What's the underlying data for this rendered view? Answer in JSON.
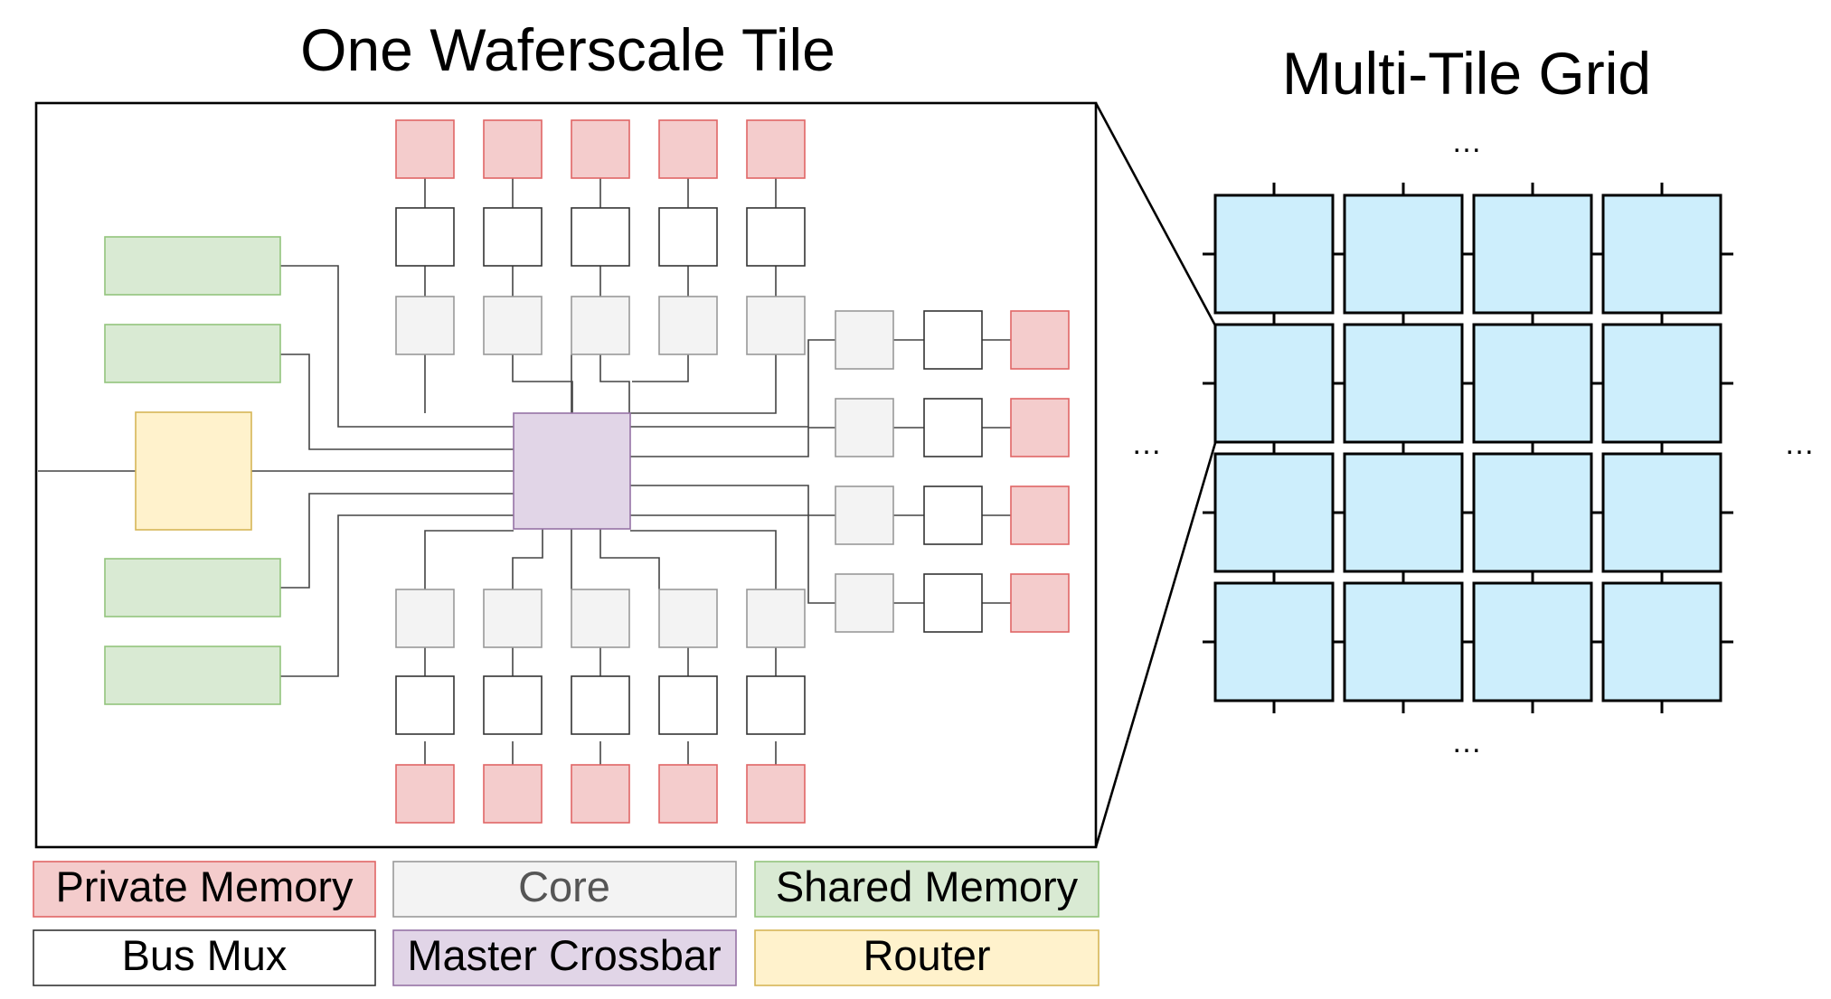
{
  "titles": {
    "tile": "One Waferscale Tile",
    "grid": "Multi-Tile Grid"
  },
  "ellipsis": "…",
  "legend": {
    "private_memory": "Private Memory",
    "core": "Core",
    "shared_memory": "Shared Memory",
    "bus_mux": "Bus Mux",
    "master_crossbar": "Master Crossbar",
    "router": "Router"
  },
  "colors": {
    "private_memory_fill": "#f4cccc",
    "private_memory_stroke": "#e06666",
    "core_fill": "#f3f3f3",
    "core_stroke": "#999999",
    "shared_memory_fill": "#d9ead3",
    "shared_memory_stroke": "#93c47d",
    "bus_mux_fill": "#ffffff",
    "bus_mux_stroke": "#333333",
    "master_crossbar_fill": "#e1d5e7",
    "master_crossbar_stroke": "#9673a6",
    "router_fill": "#fff2cc",
    "router_stroke": "#d6b656",
    "grid_tile_fill": "#cdeefc",
    "grid_tile_stroke": "#000000"
  },
  "grid": {
    "rows": 4,
    "cols": 4
  }
}
